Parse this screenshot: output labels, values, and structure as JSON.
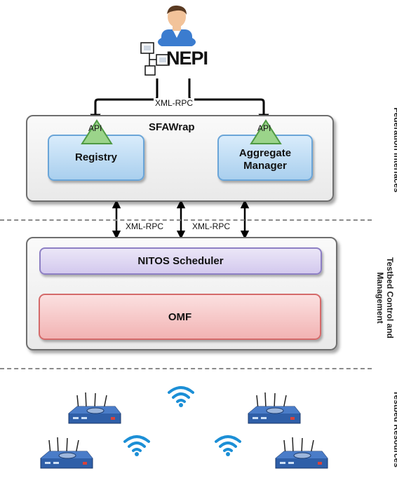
{
  "user": {
    "tool_name": "NEPI"
  },
  "protocol_label": "XML-RPC",
  "sfawrap": {
    "title": "SFAWrap",
    "api_label": "API",
    "registry": "Registry",
    "aggregate_line1": "Aggregate",
    "aggregate_line2": "Manager"
  },
  "control": {
    "scheduler": "NITOS Scheduler",
    "omf": "OMF"
  },
  "side_labels": {
    "federation": "Federation Interfaces",
    "control_line1": "Testbed Control and",
    "control_line2": "Management",
    "resources": "Testbed Resources"
  },
  "colors": {
    "registry_blue": "#a9cfee",
    "scheduler_purple": "#d3c9ee",
    "omf_red": "#f2b3b3",
    "api_green": "#9bd48a",
    "node_blue": "#2f5fa8",
    "wifi_blue": "#1c8fd6"
  }
}
